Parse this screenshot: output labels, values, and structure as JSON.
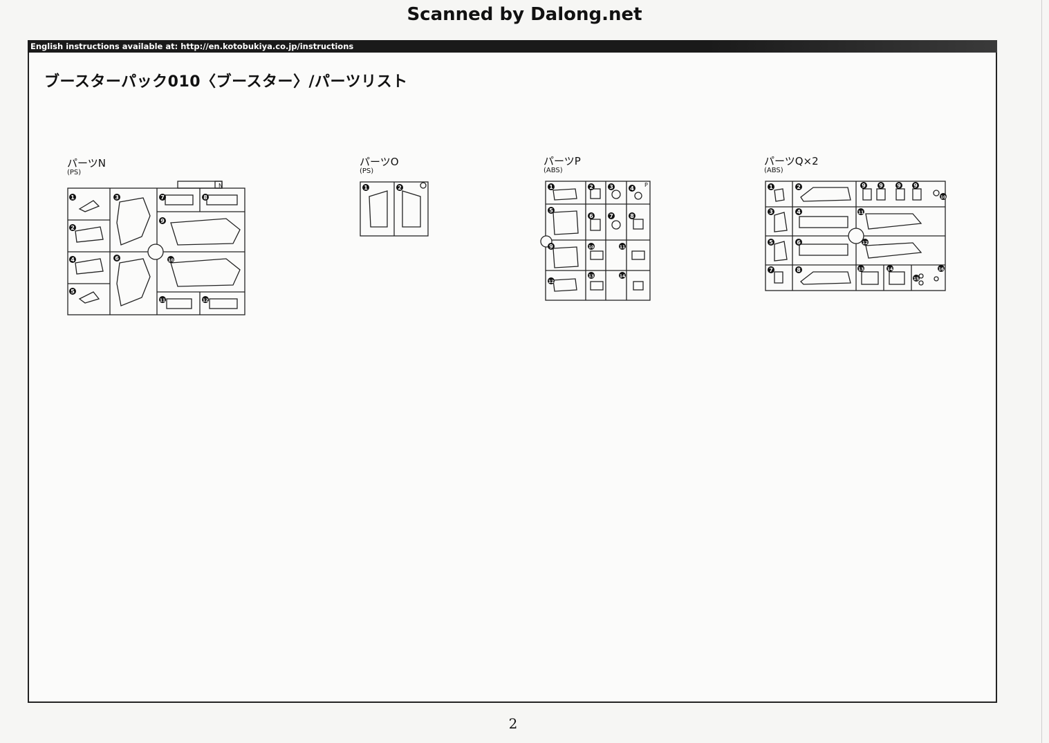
{
  "scan_credit": "Scanned by Dalong.net",
  "banner": "English instructions available at: http://en.kotobukiya.co.jp/instructions",
  "title": "ブースターパック010〈ブースター〉/パーツリスト",
  "parts": [
    {
      "label": "パーツN",
      "material": "(PS)",
      "tag": "N",
      "numbers": [
        "1",
        "2",
        "3",
        "4",
        "5",
        "6",
        "7",
        "8",
        "9",
        "10",
        "11",
        "12"
      ]
    },
    {
      "label": "パーツO",
      "material": "(PS)",
      "numbers": [
        "1",
        "2"
      ]
    },
    {
      "label": "パーツP",
      "material": "(ABS)",
      "tag": "P",
      "numbers": [
        "1",
        "2",
        "3",
        "4",
        "5",
        "6",
        "7",
        "8",
        "9",
        "10",
        "11",
        "12",
        "13",
        "14"
      ]
    },
    {
      "label": "パーツQ×2",
      "material": "(ABS)",
      "numbers": [
        "1",
        "2",
        "9",
        "9",
        "9",
        "9",
        "10",
        "3",
        "4",
        "11",
        "5",
        "6",
        "12",
        "7",
        "8",
        "13",
        "14",
        "15",
        "16"
      ]
    }
  ],
  "page_number": "2"
}
